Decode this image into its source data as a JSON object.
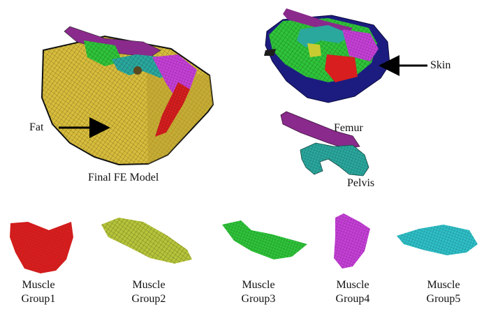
{
  "labels": {
    "fat": "Fat",
    "skin": "Skin",
    "femur": "Femur",
    "pelvis": "Pelvis",
    "final_model": "Final FE Model"
  },
  "muscle_groups": [
    {
      "line1": "Muscle",
      "line2": "Group1",
      "color": "#d81e1e"
    },
    {
      "line1": "Muscle",
      "line2": "Group2",
      "color": "#b5c43a"
    },
    {
      "line1": "Muscle",
      "line2": "Group3",
      "color": "#2fc43a"
    },
    {
      "line1": "Muscle",
      "line2": "Group4",
      "color": "#c640d8"
    },
    {
      "line1": "Muscle",
      "line2": "Group5",
      "color": "#2fc0c8"
    }
  ],
  "colors": {
    "fat": "#d8bd3c",
    "skin": "#1c1c80",
    "femur": "#8a2a8c",
    "pelvis": "#2aa89e",
    "muscle1": "#d81e1e",
    "muscle2": "#b5c43a",
    "muscle3": "#2fc43a",
    "muscle4": "#c640d8",
    "muscle5": "#2fc0c8"
  }
}
